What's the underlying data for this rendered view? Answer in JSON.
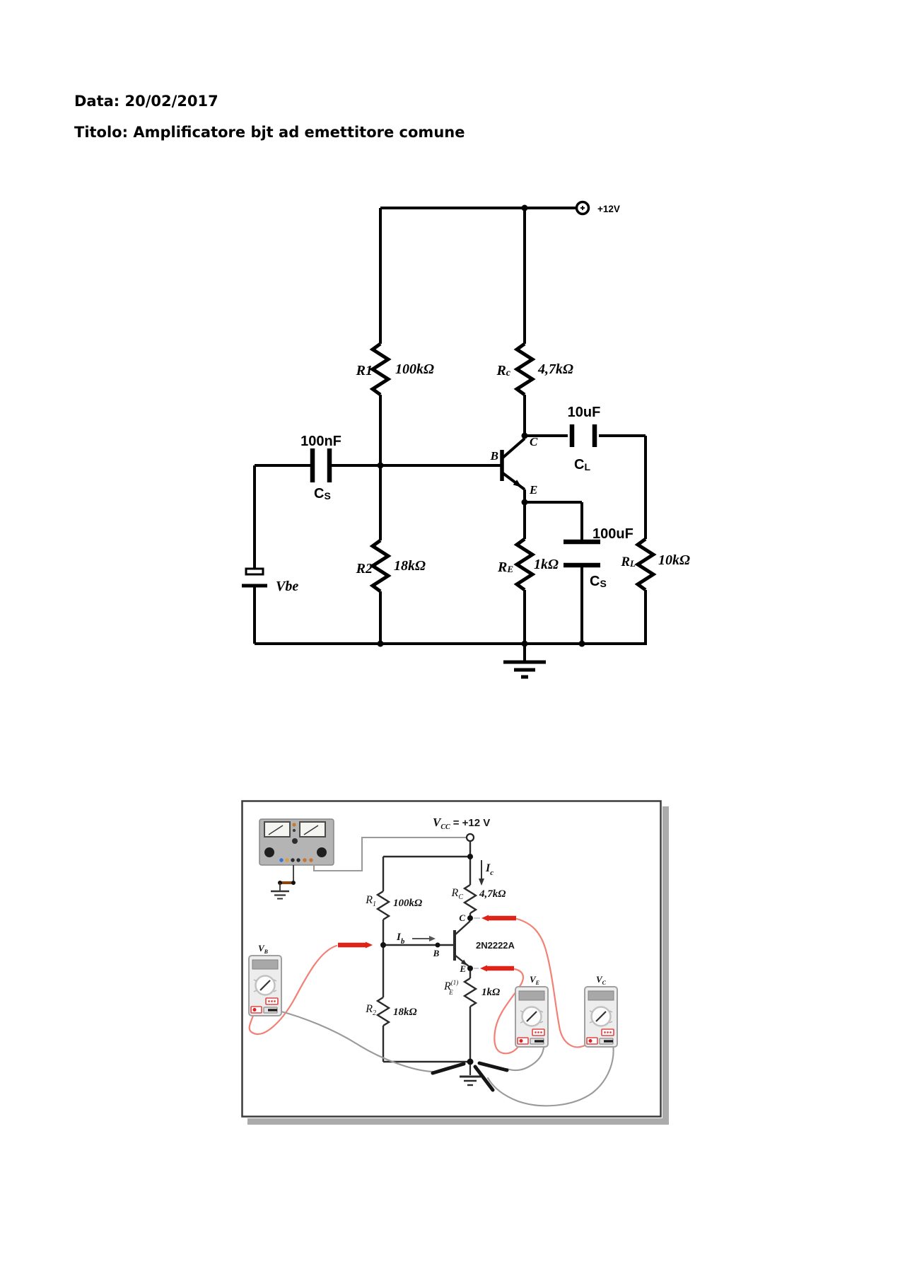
{
  "header": {
    "date_line": "Data: 20/02/2017",
    "title_line": "Titolo: Amplificatore bjt ad emettitore comune"
  },
  "colors": {
    "value_navy": "#1f3a6e",
    "value_orange": "#b85c21",
    "probe_red": "#df2318",
    "wire_gray": "#9a9a9a"
  },
  "fig1": {
    "supply_label": "+12V",
    "r1": {
      "name": "R1",
      "value": "100kΩ"
    },
    "rc": {
      "name": "R",
      "name_sub": "c",
      "value": "4,7kΩ"
    },
    "r2": {
      "name": "R2",
      "value": "18kΩ"
    },
    "re": {
      "name": "R",
      "name_sub": "E",
      "value": "1kΩ"
    },
    "rl": {
      "name": "R",
      "name_sub": "L",
      "value": "10kΩ"
    },
    "cin": {
      "value": "100nF",
      "name": "C",
      "name_sub": "S"
    },
    "cl": {
      "value": "10uF",
      "name": "C",
      "name_sub": "L"
    },
    "ce": {
      "value": "100uF",
      "name": "C",
      "name_sub": "S"
    },
    "vbe": "Vbe",
    "b": "B",
    "c": "C",
    "e": "E"
  },
  "fig2": {
    "vcc": {
      "v": "V",
      "sub": "CC",
      "eq": "= +12 V"
    },
    "ic": {
      "i": "I",
      "sub": "c"
    },
    "ib": {
      "i": "I",
      "sub": "b"
    },
    "r1": {
      "name": "R",
      "sub": "1",
      "value_hi": "1",
      "value_rest": "00kΩ"
    },
    "rc": {
      "name": "R",
      "sub": "C",
      "value_hi": "4,",
      "value_rest": "7kΩ"
    },
    "r2": {
      "name": "R",
      "sub": "2",
      "value_hi": "1",
      "value_rest": "8kΩ"
    },
    "re": {
      "name": "R",
      "sub": "E",
      "sup": "(1)",
      "value_hi": "1",
      "value_rest": "kΩ"
    },
    "transistor": "2N2222A",
    "b": "B",
    "c": "C",
    "e": "E",
    "vb": {
      "v": "V",
      "sub": "B"
    },
    "ve": {
      "v": "V",
      "sub": "E"
    },
    "vc": {
      "v": "V",
      "sub": "C"
    }
  }
}
